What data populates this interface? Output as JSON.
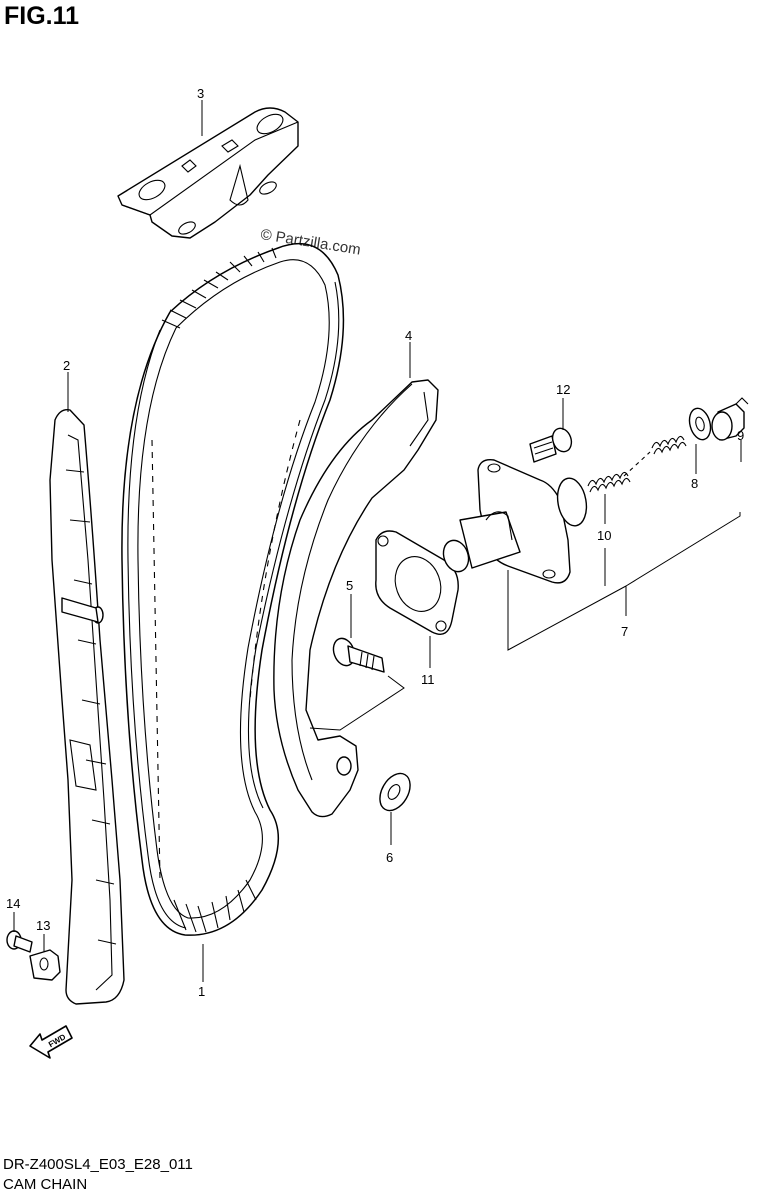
{
  "figure": {
    "title": "FIG.11",
    "model_code": "DR-Z400SL4_E03_E28_011",
    "diagram_name": "CAM CHAIN",
    "watermark": "© Partzilla.com"
  },
  "callouts": [
    {
      "id": "1",
      "label": "1"
    },
    {
      "id": "2",
      "label": "2"
    },
    {
      "id": "3",
      "label": "3"
    },
    {
      "id": "4",
      "label": "4"
    },
    {
      "id": "5",
      "label": "5"
    },
    {
      "id": "6",
      "label": "6"
    },
    {
      "id": "7",
      "label": "7"
    },
    {
      "id": "8",
      "label": "8"
    },
    {
      "id": "9",
      "label": "9"
    },
    {
      "id": "10",
      "label": "10"
    },
    {
      "id": "11",
      "label": "11"
    },
    {
      "id": "12",
      "label": "12"
    },
    {
      "id": "13",
      "label": "13"
    },
    {
      "id": "14",
      "label": "14"
    }
  ],
  "direction_arrow": {
    "label": "FWD",
    "icon": "fwd-arrow-icon"
  }
}
